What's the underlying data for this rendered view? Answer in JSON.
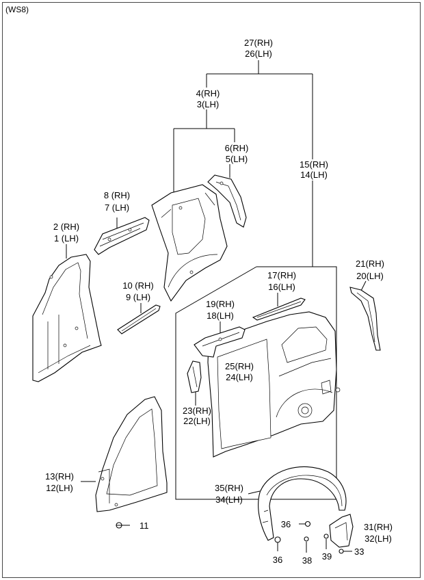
{
  "model_code": "(WS8)",
  "callouts": {
    "c27": "27(RH)",
    "c26": "26(LH)",
    "c4": "4(RH)",
    "c3": "3(LH)",
    "c6": "6(RH)",
    "c5": "5(LH)",
    "c15": "15(RH)",
    "c14": "14(LH)",
    "c8": "8 (RH)",
    "c7": "7 (LH)",
    "c2": "2 (RH)",
    "c1": "1 (LH)",
    "c10": "10 (RH)",
    "c9": "9 (LH)",
    "c17": "17(RH)",
    "c16": "16(LH)",
    "c21": "21(RH)",
    "c20": "20(LH)",
    "c19": "19(RH)",
    "c18": "18(LH)",
    "c25": "25(RH)",
    "c24": "24(LH)",
    "c23": "23(RH)",
    "c22": "22(LH)",
    "c13": "13(RH)",
    "c12": "12(LH)",
    "c11": "11",
    "c35": "35(RH)",
    "c34": "34(LH)",
    "c36a": "36",
    "c31": "31(RH)",
    "c32": "32(LH)",
    "c33": "33",
    "c36b": "36",
    "c38": "38",
    "c39": "39"
  }
}
